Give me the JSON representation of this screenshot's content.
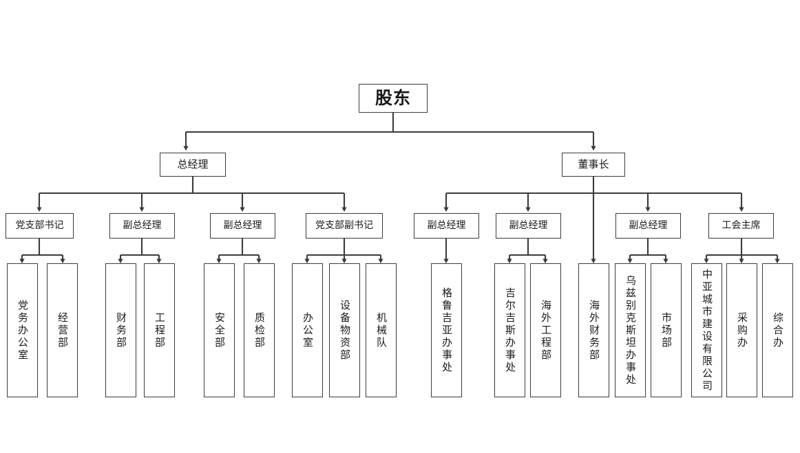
{
  "diagram": {
    "type": "organization-chart",
    "title": "",
    "line_color": "#3a3a3a",
    "box_fill": "#ffffff",
    "text_color": "#1a1a1a",
    "orientation": "top-down",
    "nodes": {
      "root": {
        "id": "root",
        "label": "股东",
        "level": 1
      },
      "level2": [
        {
          "id": "gm",
          "label": "总经理"
        },
        {
          "id": "chair",
          "label": "董事长"
        }
      ],
      "level3": [
        {
          "id": "l3_1",
          "label": "党支部书记",
          "parent": "gm"
        },
        {
          "id": "l3_2",
          "label": "副总经理",
          "parent": "gm"
        },
        {
          "id": "l3_3",
          "label": "副总经理",
          "parent": "gm"
        },
        {
          "id": "l3_4",
          "label": "党支部副书记",
          "parent": "gm"
        },
        {
          "id": "l3_5",
          "label": "副总经理",
          "parent": "chair"
        },
        {
          "id": "l3_6",
          "label": "副总经理",
          "parent": "chair"
        },
        {
          "id": "l3_7",
          "label": "副总经理",
          "parent": "chair"
        },
        {
          "id": "l3_8",
          "label": "工会主席",
          "parent": "chair"
        }
      ],
      "leaves": [
        {
          "id": "lf1",
          "label": "党务办公室",
          "parent": "l3_1"
        },
        {
          "id": "lf2",
          "label": "经营部",
          "parent": "l3_1"
        },
        {
          "id": "lf3",
          "label": "财务部",
          "parent": "l3_2"
        },
        {
          "id": "lf4",
          "label": "工程部",
          "parent": "l3_2"
        },
        {
          "id": "lf5",
          "label": "安全部",
          "parent": "l3_3"
        },
        {
          "id": "lf6",
          "label": "质检部",
          "parent": "l3_3"
        },
        {
          "id": "lf7",
          "label": "办公室",
          "parent": "l3_4"
        },
        {
          "id": "lf8",
          "label": "设备物资部",
          "parent": "l3_4"
        },
        {
          "id": "lf9",
          "label": "机械队",
          "parent": "l3_4"
        },
        {
          "id": "lf10",
          "label": "格鲁吉亚办事处",
          "parent": "l3_5"
        },
        {
          "id": "lf11",
          "label": "吉尔吉斯办事处",
          "parent": "l3_6"
        },
        {
          "id": "lf12",
          "label": "海外工程部",
          "parent": "l3_6"
        },
        {
          "id": "lf13",
          "label": "海外财务部",
          "parent": "chair"
        },
        {
          "id": "lf14",
          "label": "乌兹别克斯坦办事处",
          "parent": "l3_7"
        },
        {
          "id": "lf15",
          "label": "市场部",
          "parent": "l3_7"
        },
        {
          "id": "lf16",
          "label": "中亚城市建设有限公司",
          "parent": "l3_8"
        },
        {
          "id": "lf17",
          "label": "采购办",
          "parent": "l3_8"
        },
        {
          "id": "lf18",
          "label": "综合办",
          "parent": "l3_8"
        }
      ]
    }
  }
}
